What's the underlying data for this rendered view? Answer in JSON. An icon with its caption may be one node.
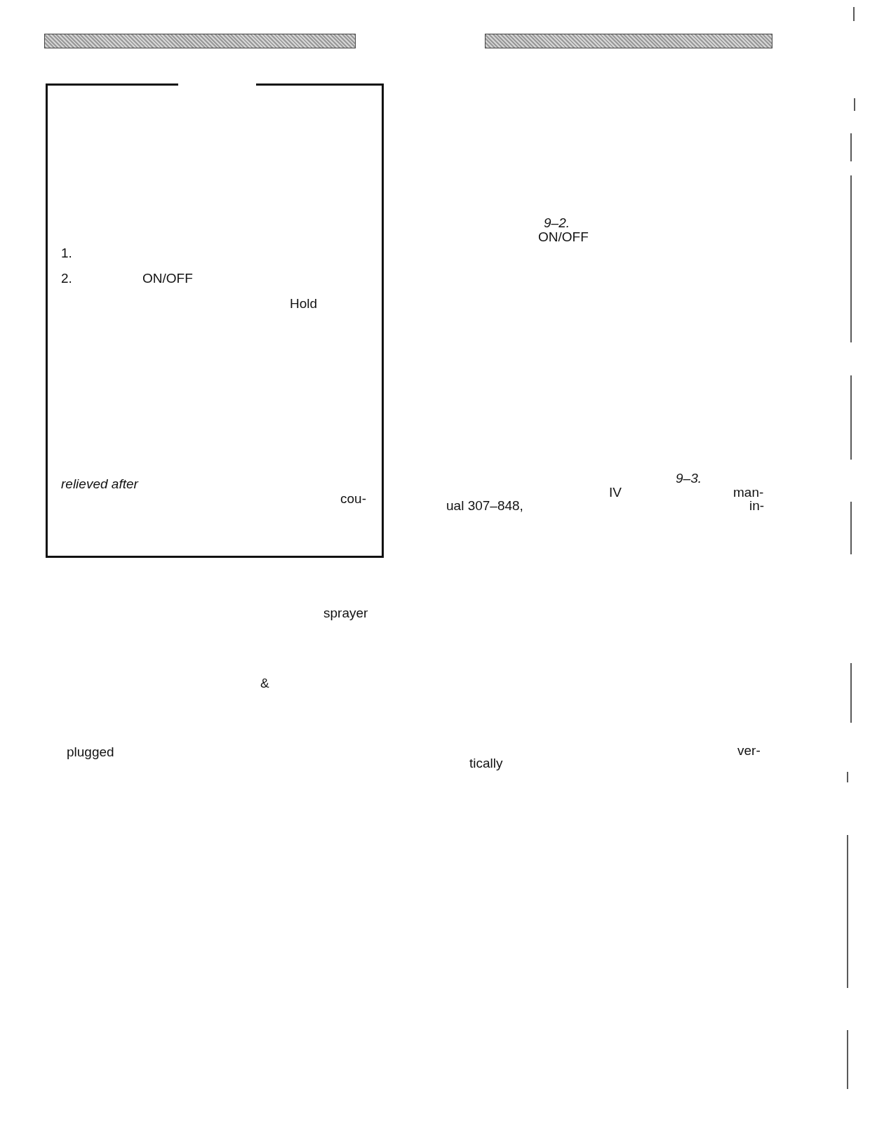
{
  "diagram": {
    "nodes": [
      {
        "text": [
          "1.",
          "2.",
          "ON/OFF",
          "Hold",
          "*relieved after*",
          "cou-"
        ]
      }
    ],
    "labels": [
      "9–2.",
      "ON/OFF",
      "9–3.",
      "IV",
      "man-",
      "ual 307–848,",
      "in-",
      "sprayer",
      "&",
      "plugged",
      "ver-",
      "tically"
    ]
  }
}
